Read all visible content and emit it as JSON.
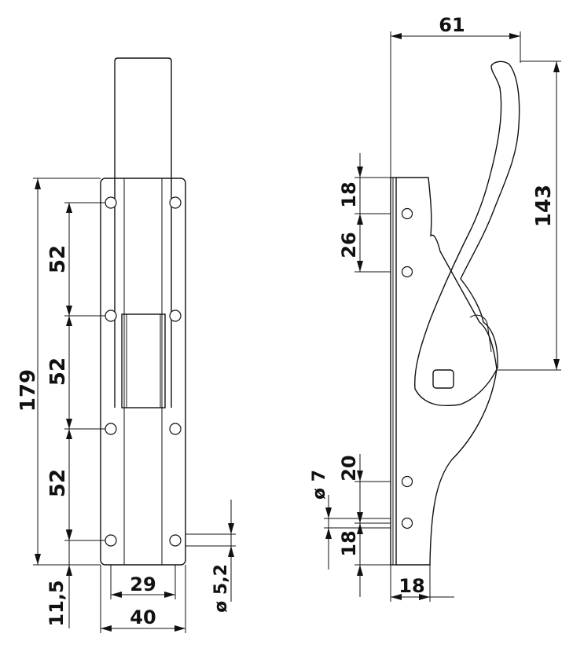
{
  "drawing": {
    "front_view": {
      "dim_overall_height": "179",
      "dim_spacing_1": "52",
      "dim_spacing_2": "52",
      "dim_spacing_3": "52",
      "dim_bottom_offset": "11,5",
      "dim_inner_width": "29",
      "dim_overall_width": "40",
      "dim_hole_diameter": "ø 5,2"
    },
    "side_view": {
      "dim_overall_width": "61",
      "dim_height": "143",
      "dim_top_offset": "18",
      "dim_hole_spacing": "26",
      "dim_lower_spacing": "20",
      "dim_lower_bottom": "18",
      "dim_hole_diameter": "ø 7",
      "dim_base_depth": "18"
    }
  }
}
